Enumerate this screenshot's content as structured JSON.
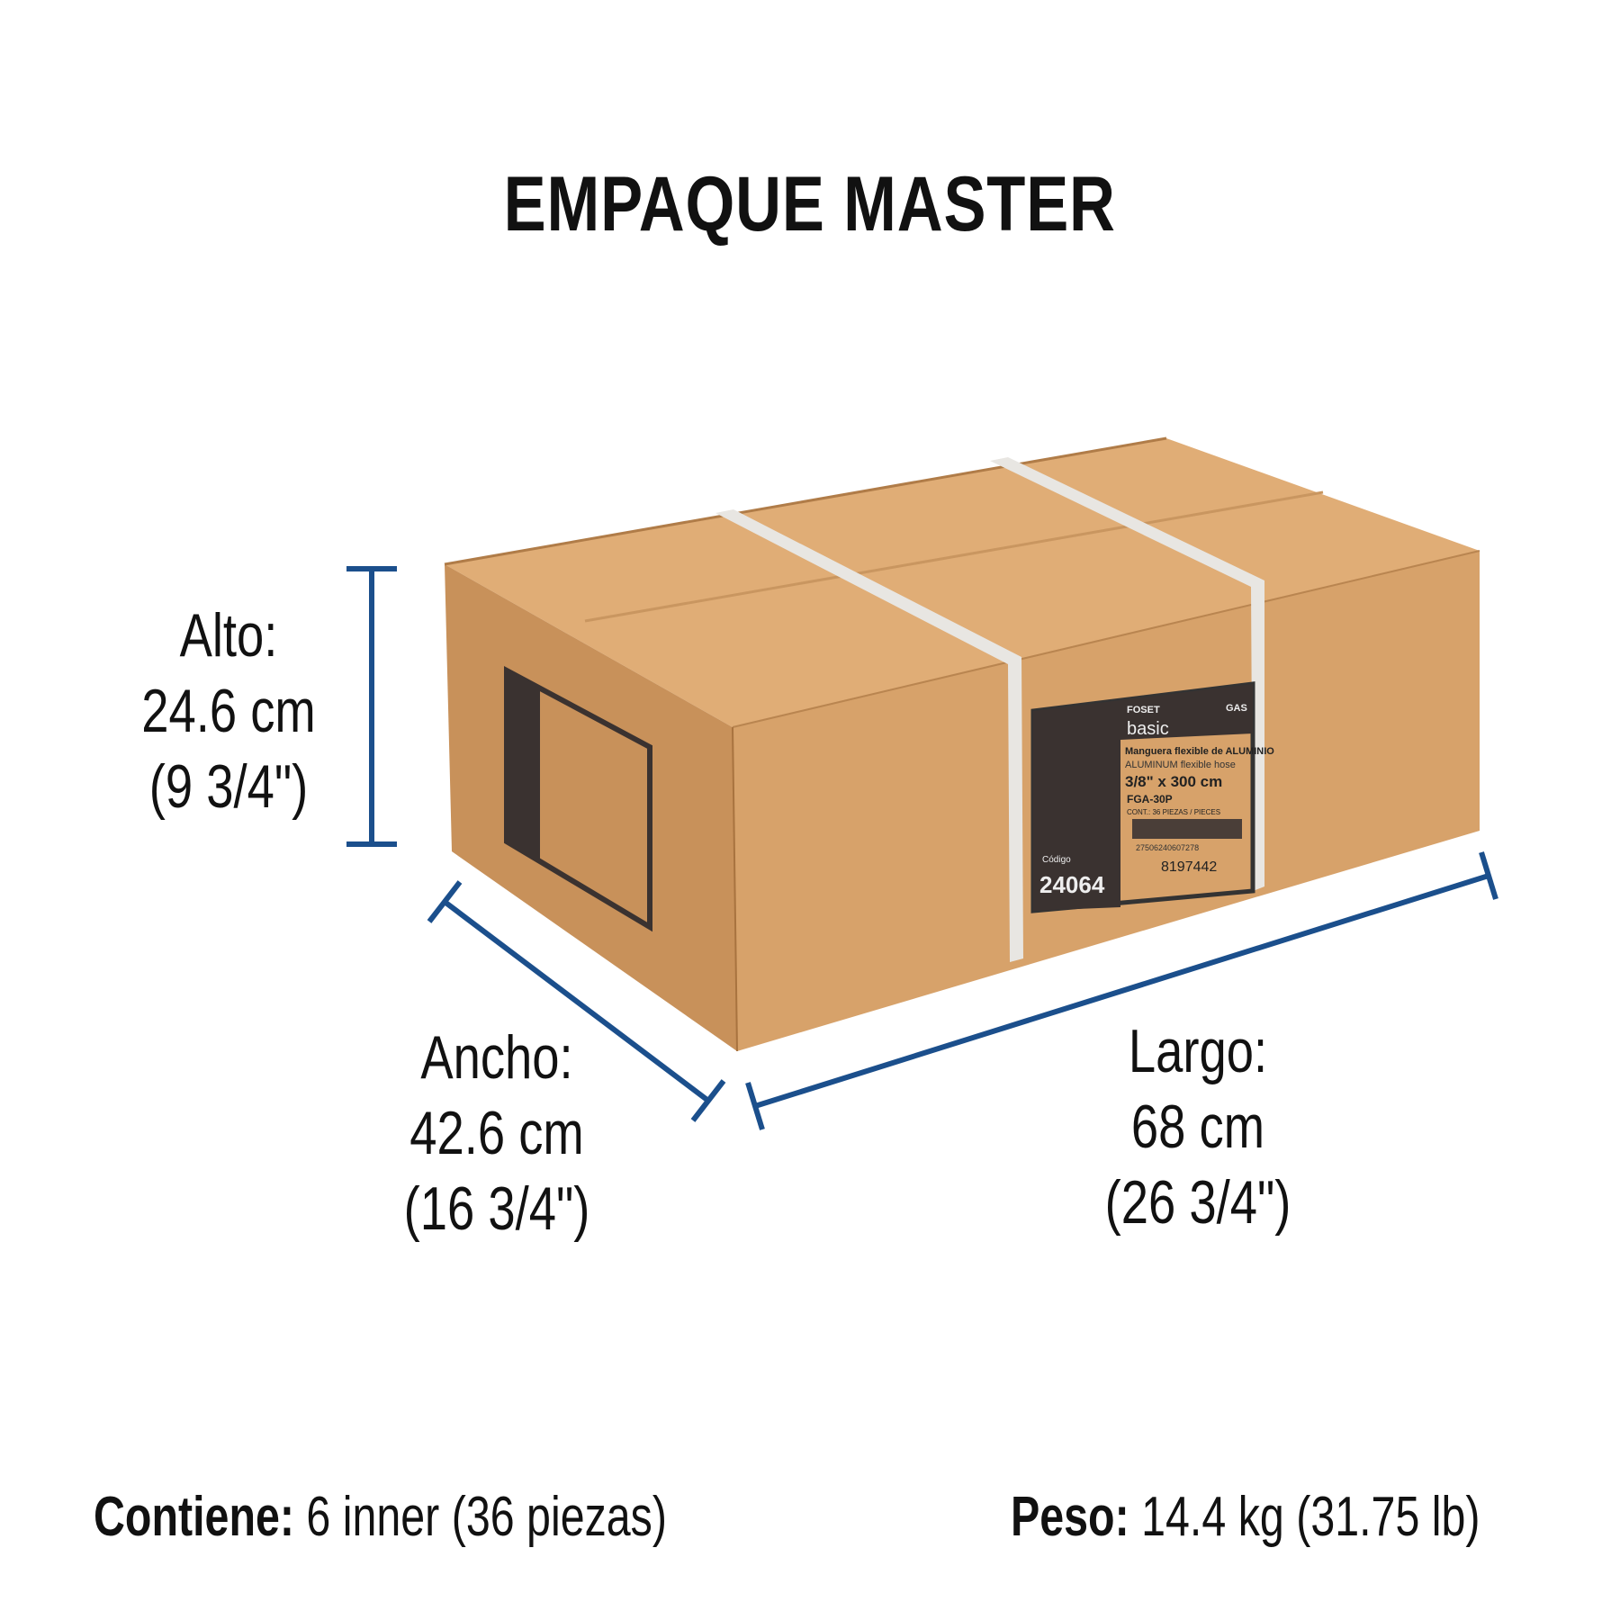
{
  "title": "EMPAQUE MASTER",
  "colors": {
    "dimension_line": "#1b4f8c",
    "cardboard_front": "#d7a26a",
    "cardboard_top": "#e0ad76",
    "cardboard_side": "#c8915a"
  },
  "dimensions": {
    "alto": {
      "label": "Alto:",
      "metric": "24.6 cm",
      "imperial": "(9 3/4\")"
    },
    "ancho": {
      "label": "Ancho:",
      "metric": "42.6 cm",
      "imperial": "(16 3/4\")"
    },
    "largo": {
      "label": "Largo:",
      "metric": "68 cm",
      "imperial": "(26 3/4\")"
    }
  },
  "footer": {
    "contiene_label": "Contiene:",
    "contiene_value": "6 inner (36 piezas)",
    "peso_label": "Peso:",
    "peso_value": "14.4 kg (31.75 lb)"
  },
  "box_label": {
    "brand": "FOSET",
    "line": "basic",
    "category": "GAS",
    "product_es": "Manguera flexible de ALUMINIO",
    "product_en": "ALUMINUM flexible hose",
    "size": "3/8\" x 300 cm",
    "clave": "FGA-30P",
    "contents": "CONT.: 36 PIEZAS / PIECES",
    "barcode_number": "27506240607278",
    "codigo_label": "Código",
    "codigo": "24064",
    "lot": "8197442"
  }
}
